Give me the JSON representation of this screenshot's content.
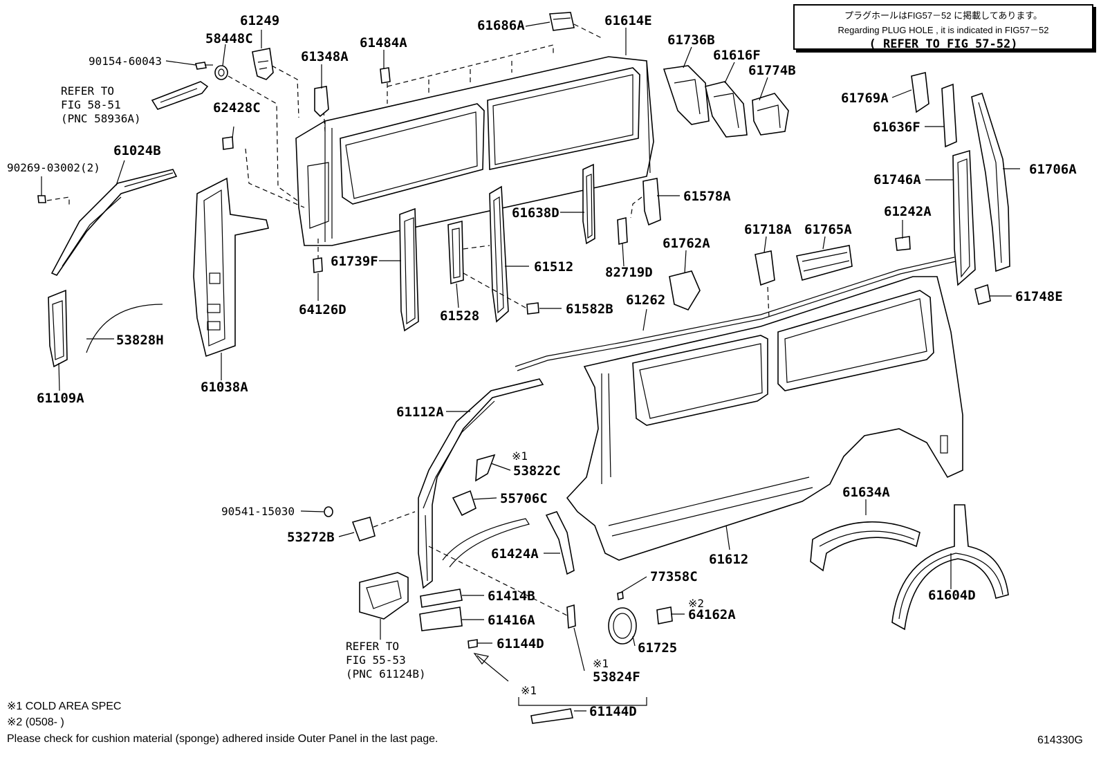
{
  "note_box": {
    "line1": "プラグホールはFIG57－52 に掲載してあります。",
    "line2": "Regarding  PLUG HOLE , it is indicated in FIG57－52",
    "line3": "( REFER TO FIG 57-52)"
  },
  "labels": {
    "p61249": "61249",
    "p58448C": "58448C",
    "p9015460043": "90154-60043",
    "p61348A": "61348A",
    "p61484A": "61484A",
    "p61686A": "61686A",
    "p61614E": "61614E",
    "p61736B": "61736B",
    "p61616F": "61616F",
    "p61774B": "61774B",
    "p61769A": "61769A",
    "p61636F": "61636F",
    "p61706A": "61706A",
    "p61746A": "61746A",
    "p62428C": "62428C",
    "p61024B": "61024B",
    "p9026903002": "90269-03002(2)",
    "p61638D": "61638D",
    "p61578A": "61578A",
    "p61242A": "61242A",
    "p61739F": "61739F",
    "p61512": "61512",
    "p82719D": "82719D",
    "p61718A": "61718A",
    "p61765A": "61765A",
    "p61762A": "61762A",
    "p64126D": "64126D",
    "p61528": "61528",
    "p61582B": "61582B",
    "p61262": "61262",
    "p61748E": "61748E",
    "p53828H": "53828H",
    "p61038A": "61038A",
    "p61109A": "61109A",
    "p61112A": "61112A",
    "p53822C": "53822C",
    "p55706C": "55706C",
    "p9054115030": "90541-15030",
    "p53272B": "53272B",
    "p61424A": "61424A",
    "p61612": "61612",
    "p61634A": "61634A",
    "p61604D": "61604D",
    "p77358C": "77358C",
    "p61414B": "61414B",
    "p61416A": "61416A",
    "p64162A": "64162A",
    "p61144D": "61144D",
    "p61725": "61725",
    "p53824F": "53824F",
    "p61144D_b": "61144D"
  },
  "marks": {
    "m1_53822C": "※1",
    "m2_64162A": "※2",
    "m1_53824F": "※1",
    "m1_61144D": "※1"
  },
  "refs": {
    "fig5851": [
      "REFER TO",
      "FIG 58-51",
      "(PNC 58936A)"
    ],
    "fig5553": [
      "REFER TO",
      "FIG 55-53",
      "(PNC 61124B)"
    ]
  },
  "footer": {
    "note1": "※1 COLD AREA SPEC",
    "note2": "※2 (0508-       )",
    "note3": "Please check for cushion material (sponge) adhered inside Outer Panel in the last page.",
    "fig_id": "614330G"
  }
}
